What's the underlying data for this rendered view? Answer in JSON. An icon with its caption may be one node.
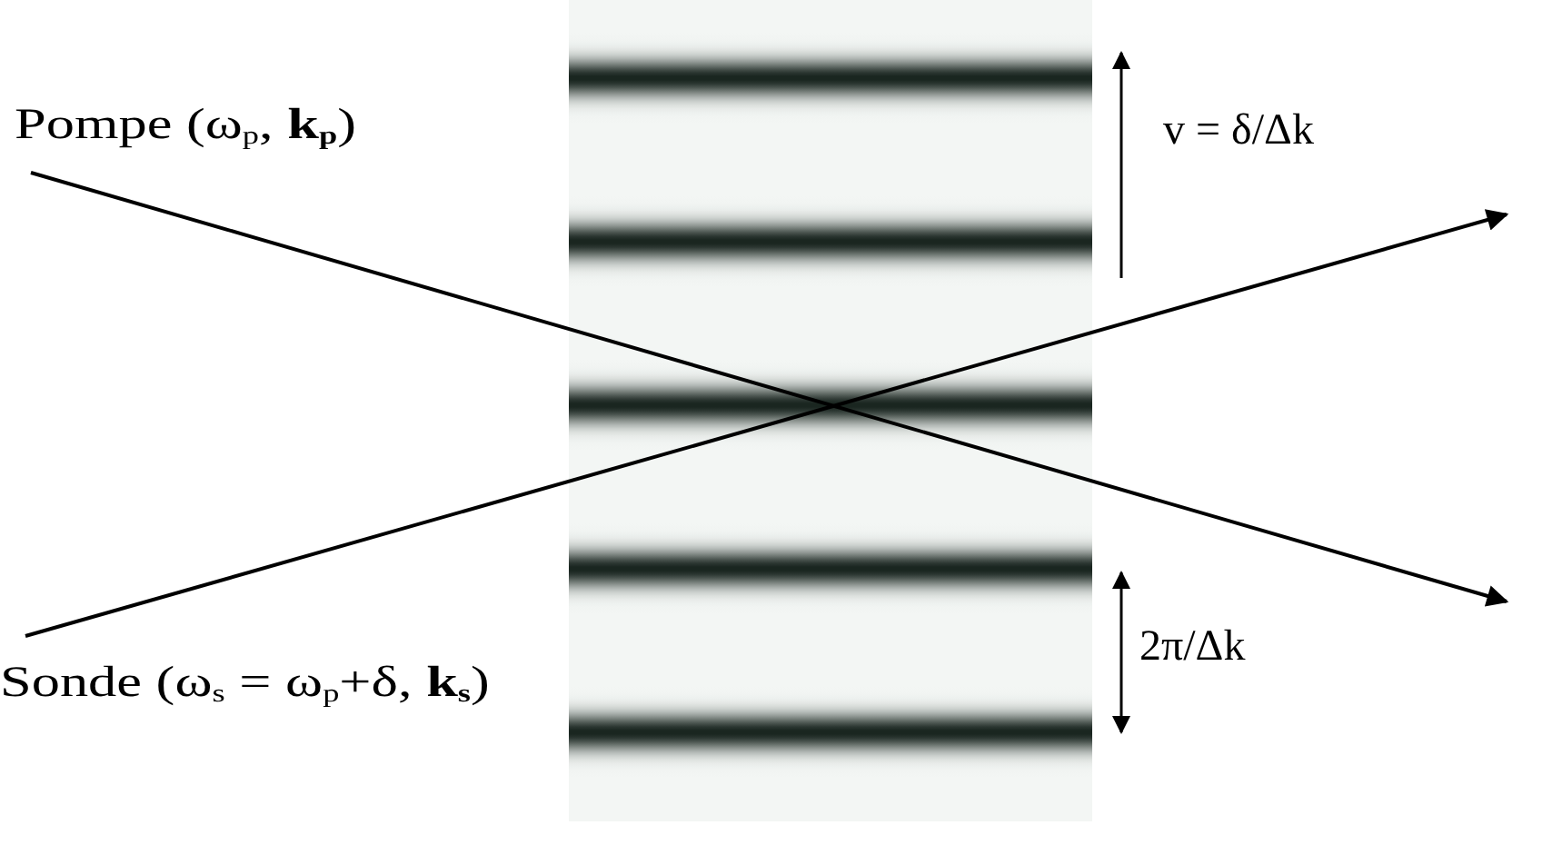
{
  "diagram": {
    "nodes": [
      {
        "text": [
          "Pompe (ω$_{p}$, **k**$_{p}$)"
        ]
      },
      {
        "text": [
          "Sonde (ω$_{s}$ = ω$_{p}$+δ, **k**$_{s}$)"
        ]
      }
    ],
    "edges": [
      {
        "from": 0,
        "to": null,
        "arrow": "to"
      },
      {
        "from": 1,
        "to": null,
        "arrow": "to"
      }
    ],
    "labels": [
      "v = δ/Δk",
      "2π/Δk"
    ]
  }
}
